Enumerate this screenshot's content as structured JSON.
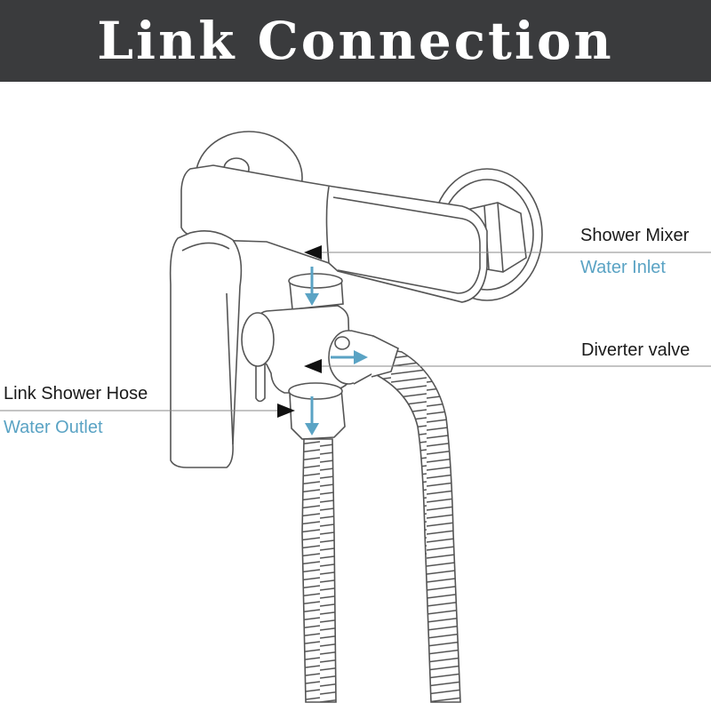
{
  "title": "Link Connection",
  "colors": {
    "header_bg": "#3a3b3d",
    "header_text": "#ffffff",
    "outline": "#555555",
    "label_text": "#1a1a1a",
    "accent_blue": "#5aa3c4",
    "arrow_black": "#111111"
  },
  "labels": {
    "shower_mixer": "Shower Mixer",
    "water_inlet": "Water Inlet",
    "diverter_valve": "Diverter valve",
    "link_shower_hose": "Link Shower Hose",
    "water_outlet": "Water Outlet"
  }
}
